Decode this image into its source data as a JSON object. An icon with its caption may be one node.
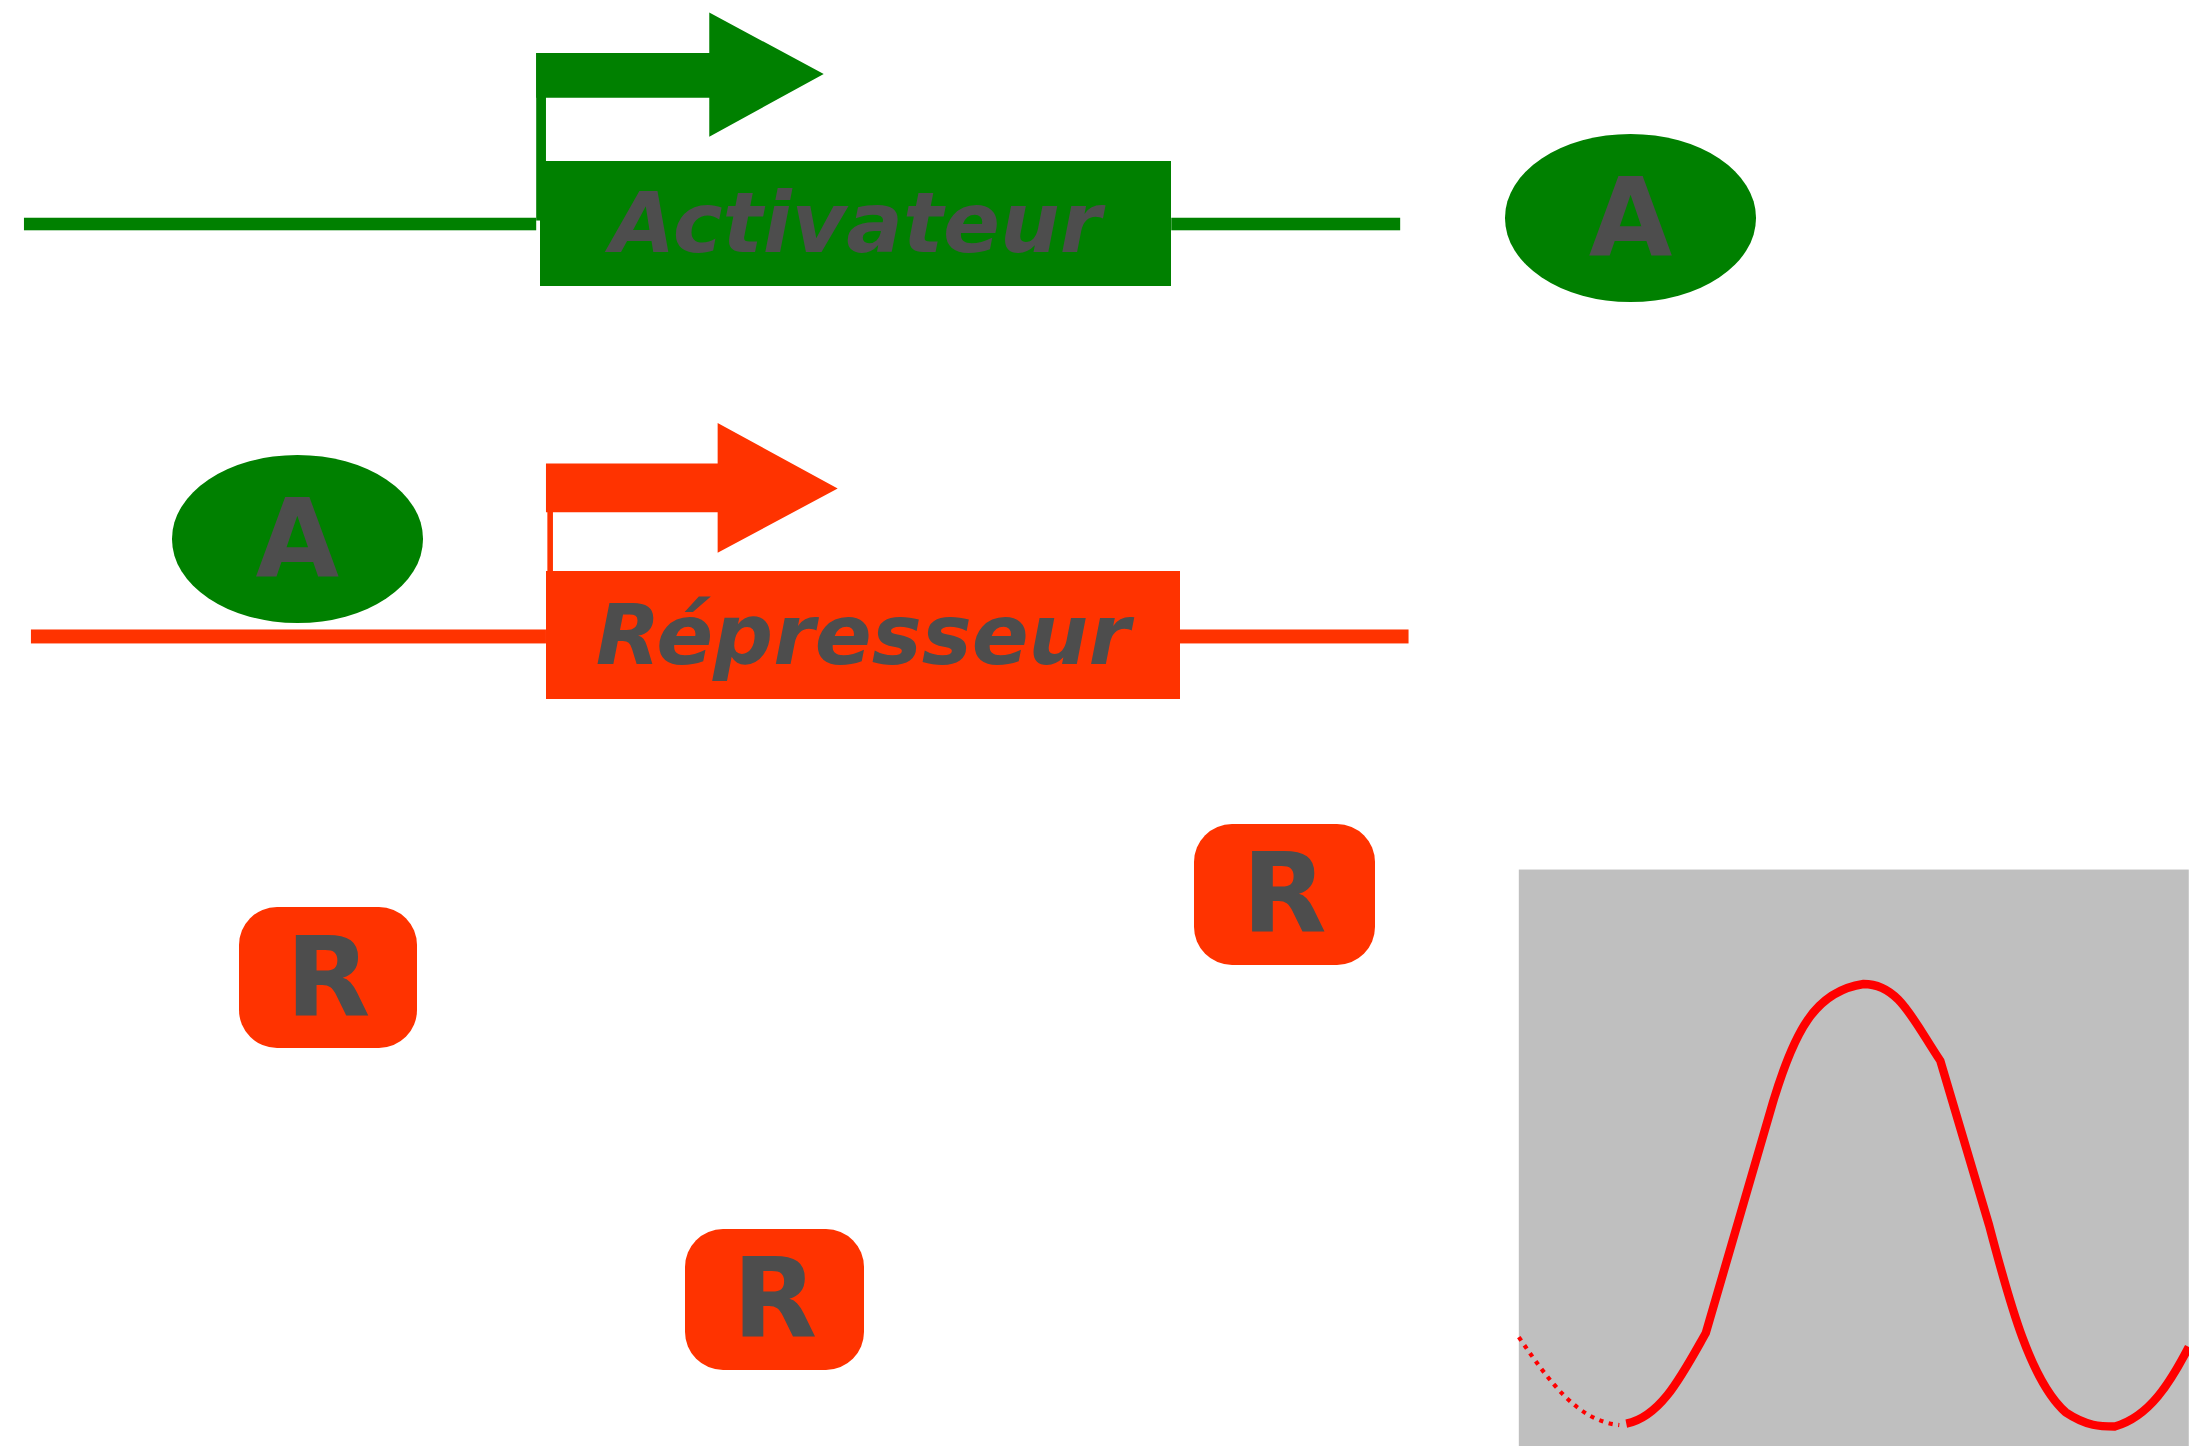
{
  "diagram": {
    "nodes": [
      {
        "text": [
          "Activateur"
        ]
      },
      {
        "text": [
          "A"
        ]
      },
      {
        "text": [
          "A"
        ]
      },
      {
        "text": [
          "Répresseur"
        ]
      },
      {
        "text": [
          "R"
        ]
      },
      {
        "text": [
          "R"
        ]
      },
      {
        "text": [
          "R"
        ]
      },
      {
        "text": [],
        "shape": "bar"
      },
      {
        "text": [],
        "shape": "bar"
      },
      {
        "text": [],
        "shape": "bar"
      },
      {
        "text": [],
        "shape": "bar"
      }
    ]
  }
}
